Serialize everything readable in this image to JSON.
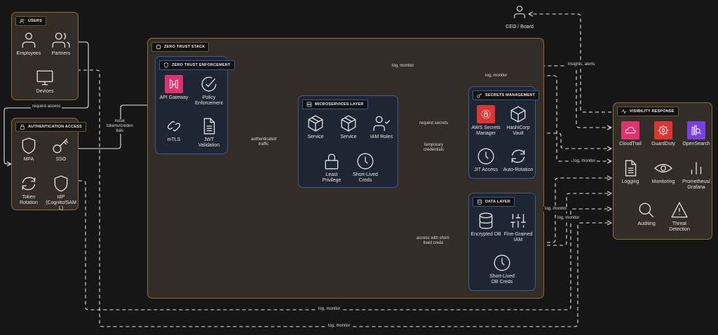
{
  "colors": {
    "background": "#161616",
    "group_fill": "#322d26",
    "group_border": "#8a6d3b",
    "layer_fill": "#1f2633",
    "layer_border": "#3c5a8c",
    "api_gateway": "#e0326e",
    "secrets_manager": "#dd3434",
    "cloudtrail": "#e0326e",
    "guardduty": "#dd3434",
    "opensearch": "#7b3fe4"
  },
  "ceo": {
    "label": "CEO / Board",
    "icon": "user-icon"
  },
  "users": {
    "title": "USERS",
    "icon": "users-icon",
    "nodes": [
      {
        "label": "Employees",
        "icon": "user-icon"
      },
      {
        "label": "Partners",
        "icon": "users-icon"
      },
      {
        "label": "Devices",
        "icon": "monitor-icon"
      }
    ]
  },
  "auth": {
    "title": "AUTHENTICATION ACCESS",
    "icon": "lock-icon",
    "nodes": [
      {
        "label": "MFA",
        "icon": "shield-icon"
      },
      {
        "label": "SSO",
        "icon": "key-icon"
      },
      {
        "label": "Token\nRotation",
        "icon": "refresh-icon"
      },
      {
        "label": "IdP\n(Cognito/SAM\nL)",
        "icon": "shield-icon"
      }
    ]
  },
  "stack": {
    "title": "ZERO TRUST STACK",
    "icon": "chip-icon"
  },
  "enforcement": {
    "title": "ZERO TRUST ENFORCEMENT",
    "icon": "shield-icon",
    "nodes": [
      {
        "label": "API Gateway",
        "icon": "api-gateway-icon"
      },
      {
        "label": "Policy\nEnforcement",
        "icon": "check-circle-icon"
      },
      {
        "label": "mTLS",
        "icon": "link-icon"
      },
      {
        "label": "JWT\nValidation",
        "icon": "document-icon"
      }
    ]
  },
  "micro": {
    "title": "MICROSERVICES LAYER",
    "icon": "server-icon",
    "nodes": [
      {
        "label": "Service",
        "icon": "box-icon"
      },
      {
        "label": "Service",
        "icon": "box-icon"
      },
      {
        "label": "IAM Roles",
        "icon": "user-check-icon"
      },
      {
        "label": "Least\nPrivilege",
        "icon": "lock-icon"
      },
      {
        "label": "Short-Lived\nCreds",
        "icon": "clock-icon"
      }
    ]
  },
  "secrets": {
    "title": "SECRETS MANAGEMENT",
    "icon": "key-icon",
    "nodes": [
      {
        "label": "AWS Secrets\nManager",
        "icon": "secrets-manager-icon"
      },
      {
        "label": "HashiCorp\nVault",
        "icon": "box-icon"
      },
      {
        "label": "JIT Access",
        "icon": "clock-icon"
      },
      {
        "label": "Auto-Rotation",
        "icon": "refresh-icon"
      }
    ]
  },
  "data": {
    "title": "DATA LAYER",
    "icon": "database-icon",
    "nodes": [
      {
        "label": "Encrypted DB",
        "icon": "database-icon"
      },
      {
        "label": "Fine-Grained\nIAM",
        "icon": "sliders-icon"
      },
      {
        "label": "Short-Lived\nDB Creds",
        "icon": "clock-icon"
      }
    ]
  },
  "visibility": {
    "title": "VISIBILITY RESPONSE",
    "icon": "activity-icon",
    "nodes": [
      {
        "label": "CloudTrail",
        "icon": "cloudtrail-icon"
      },
      {
        "label": "GuardDuty",
        "icon": "guardduty-icon"
      },
      {
        "label": "OpenSearch",
        "icon": "opensearch-icon"
      },
      {
        "label": "Logging",
        "icon": "document-icon"
      },
      {
        "label": "Monitoring",
        "icon": "eye-icon"
      },
      {
        "label": "Prometheus/\nGrafana",
        "icon": "bar-chart-icon"
      },
      {
        "label": "Auditing",
        "icon": "search-icon"
      },
      {
        "label": "Threat\nDetection",
        "icon": "alert-triangle-icon"
      }
    ]
  },
  "edges": {
    "request_access": "request access",
    "issue_tokens": "issue\ntokens/creden\ntials",
    "authenticated": "authenticated\ntraffic",
    "request_secrets": "request secrets",
    "temporary_creds": "temporary\ncredentials",
    "access_short": "access with short-\nlived creds",
    "insights": "insights, alerts",
    "log_monitor": "log, monitor"
  }
}
